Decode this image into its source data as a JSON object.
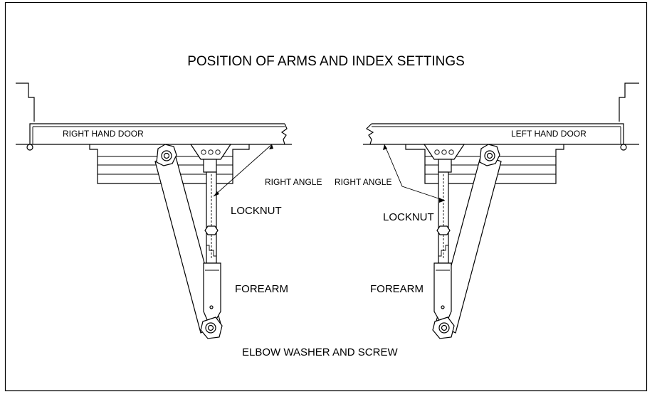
{
  "title": "POSITION OF ARMS AND INDEX SETTINGS",
  "labels": {
    "right_hand_door": "RIGHT HAND DOOR",
    "left_hand_door": "LEFT HAND DOOR",
    "right_angle_left": "RIGHT  ANGLE",
    "right_angle_right": "RIGHT  ANGLE",
    "locknut_left": "LOCKNUT",
    "locknut_right": "LOCKNUT",
    "forearm_left": "FOREARM",
    "forearm_right": "FOREARM",
    "elbow": "ELBOW  WASHER  AND SCREW"
  }
}
